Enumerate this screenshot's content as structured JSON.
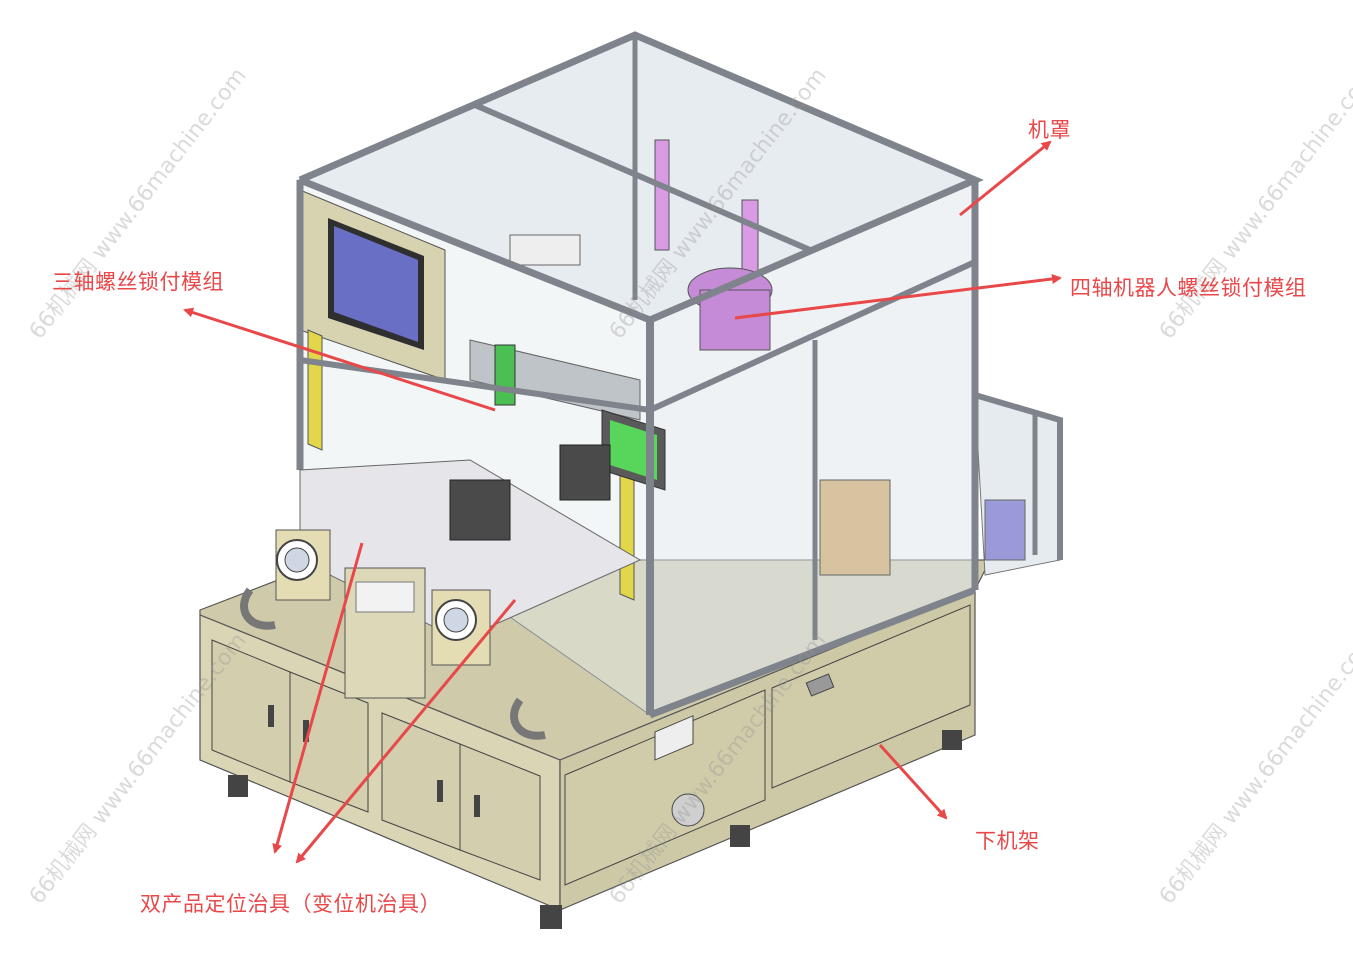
{
  "labels": {
    "hood": "机罩",
    "four_axis": "四轴机器人螺丝锁付模组",
    "three_axis": "三轴螺丝锁付模组",
    "lower_frame": "下机架",
    "fixture": "双产品定位治具（变位机治具）"
  },
  "watermark": "66机械网 www.66machine.com",
  "colors": {
    "annotation": "#e8484a",
    "frame": "#d7d3b0",
    "profile": "#8d9097",
    "glass": "#e2e8ee",
    "robot": "#c58bd6",
    "screen": "#6a6fc6",
    "hmi": "#57d65b"
  }
}
